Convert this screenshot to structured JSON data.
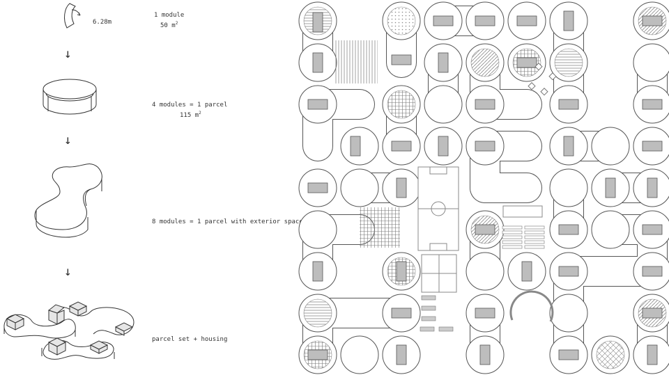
{
  "steps": [
    {
      "label": "1 module",
      "sub": "50 m",
      "sup": "2",
      "dimension": "6.28m"
    },
    {
      "label": "4 modules = 1 parcel",
      "sub": "115 m",
      "sup": "2"
    },
    {
      "label": "8 modules = 1 parcel with exterior space",
      "sub": ""
    },
    {
      "label": "parcel set + housing",
      "sub": ""
    }
  ],
  "arrow_glyph": "↓",
  "colors": {
    "line": "#555555",
    "fill_dark": "#bdbdbd",
    "background": "#ffffff"
  }
}
